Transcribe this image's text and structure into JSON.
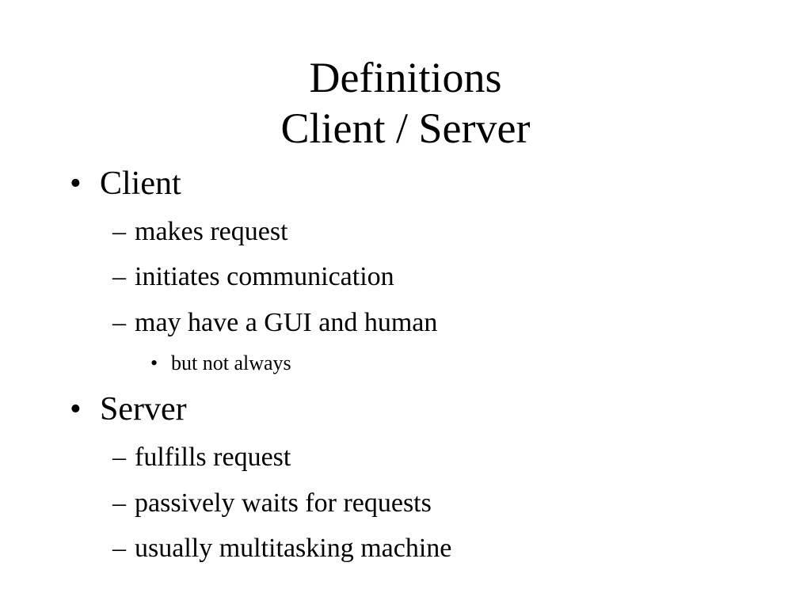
{
  "slide": {
    "title_lines": [
      "Definitions",
      "Client / Server"
    ],
    "bullets": [
      {
        "level": 1,
        "marker": "•",
        "text": "Client"
      },
      {
        "level": 2,
        "marker": "–",
        "text": "makes request"
      },
      {
        "level": 2,
        "marker": "–",
        "text": "initiates communication"
      },
      {
        "level": 2,
        "marker": "–",
        "text": "may have a GUI and human"
      },
      {
        "level": 3,
        "marker": "•",
        "text": "but not always"
      },
      {
        "level": 1,
        "marker": "•",
        "text": "Server"
      },
      {
        "level": 2,
        "marker": "–",
        "text": "fulfills request"
      },
      {
        "level": 2,
        "marker": "–",
        "text": "passively waits for requests"
      },
      {
        "level": 2,
        "marker": "–",
        "text": "usually multitasking machine"
      }
    ]
  }
}
